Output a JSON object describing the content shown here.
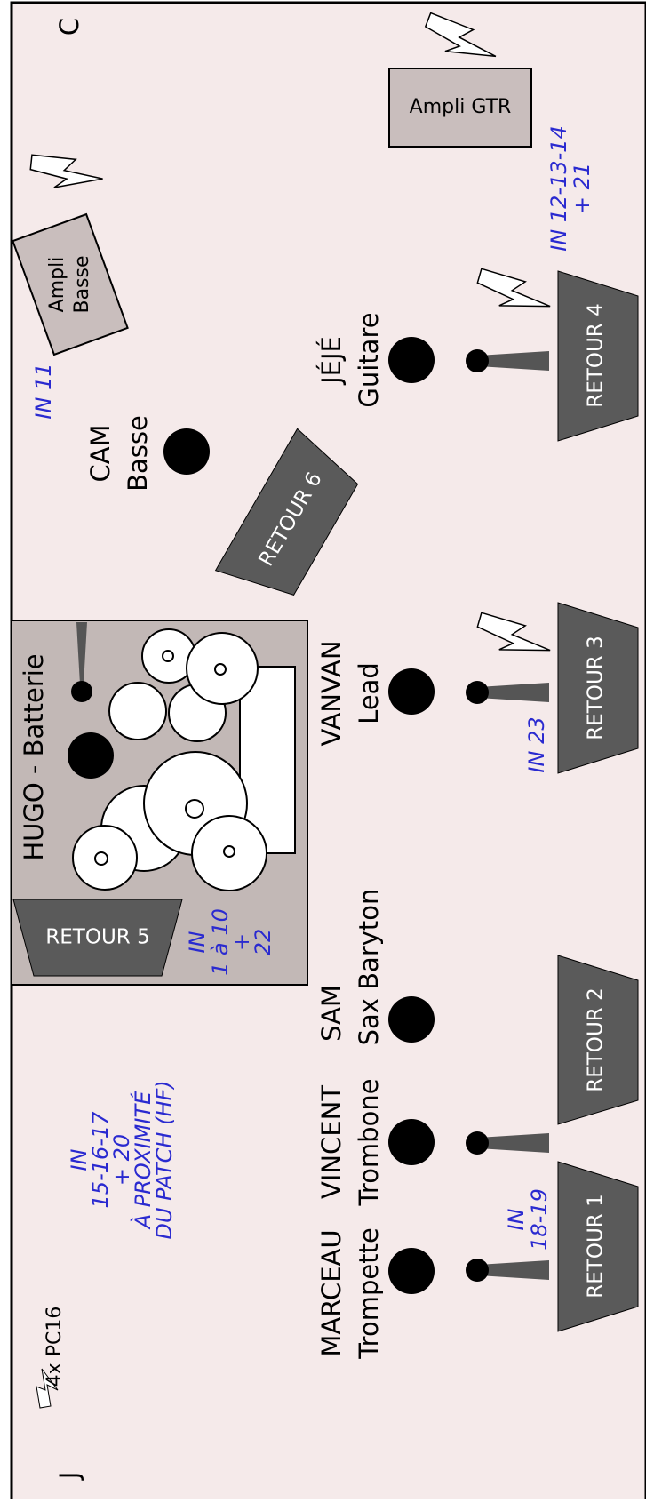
{
  "stage_labels": {
    "cour": "C",
    "jardin": "J"
  },
  "power": {
    "count": "4x PC16"
  },
  "musicians": [
    {
      "name": "MARCEAU",
      "instrument": "Trompette"
    },
    {
      "name": "VINCENT",
      "instrument": "Trombone"
    },
    {
      "name": "SAM",
      "instrument": "Sax Baryton"
    },
    {
      "name": "VANVAN",
      "instrument": "Lead"
    },
    {
      "name": "JÉJÉ",
      "instrument": "Guitare"
    },
    {
      "name": "CAM",
      "instrument": "Basse"
    }
  ],
  "drums": {
    "label": "HUGO - Batterie"
  },
  "monitors": [
    "RETOUR 1",
    "RETOUR 2",
    "RETOUR 3",
    "RETOUR 4",
    "RETOUR 5",
    "RETOUR 6"
  ],
  "amps": {
    "bass_line1": "Ampli",
    "bass_line2": "Basse",
    "guitar": "Ampli GTR"
  },
  "inputs": {
    "hf": [
      "IN",
      "15-16-17",
      "+ 20",
      "À PROXIMITÉ",
      "DU PATCH (HF)"
    ],
    "horns": [
      "IN",
      "18-19"
    ],
    "drums": [
      "IN",
      "1 à 10",
      "+",
      "22"
    ],
    "lead": "IN 23",
    "bass": "IN 11",
    "guitar": [
      "IN 12-13-14",
      "+ 21"
    ]
  },
  "colors": {
    "stage": "#f5eaea",
    "drum_riser": "#c2b8b6",
    "amp": "#c9bebd",
    "monitor": "#5a5a5a",
    "input_text": "#2a2ad0"
  }
}
